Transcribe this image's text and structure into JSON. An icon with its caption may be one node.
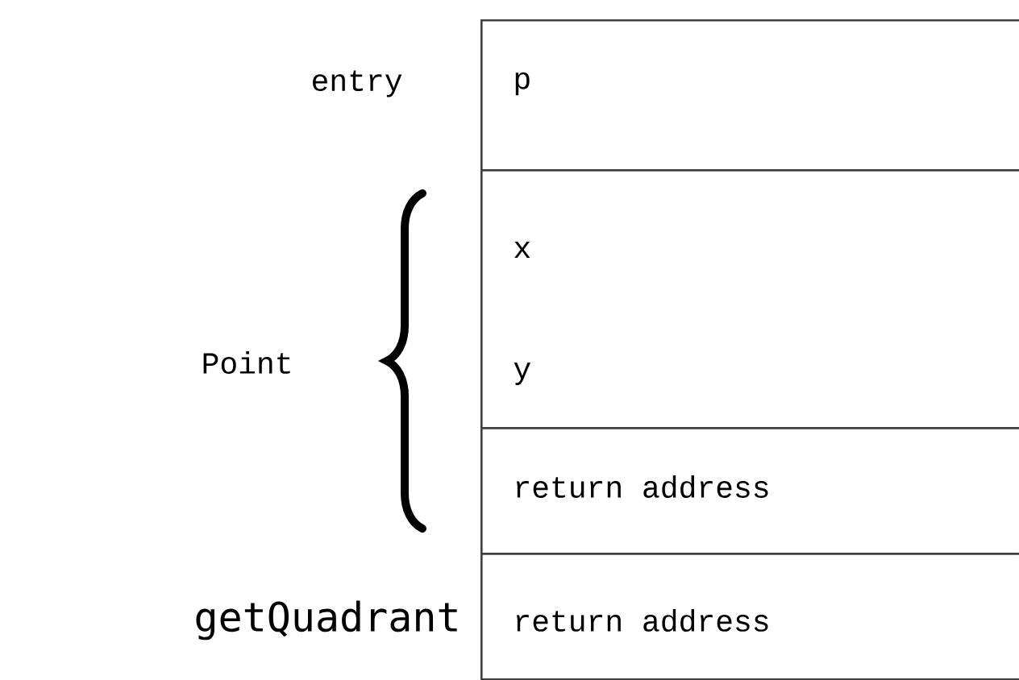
{
  "diagram": {
    "nodes": [
      {
        "text": [
          "p"
        ]
      },
      {
        "text": [
          "x",
          "y"
        ]
      },
      {
        "text": [
          "return address"
        ]
      },
      {
        "text": [
          "return address"
        ]
      }
    ],
    "labels": [
      "entry",
      "Point",
      "getQuadrant"
    ]
  }
}
